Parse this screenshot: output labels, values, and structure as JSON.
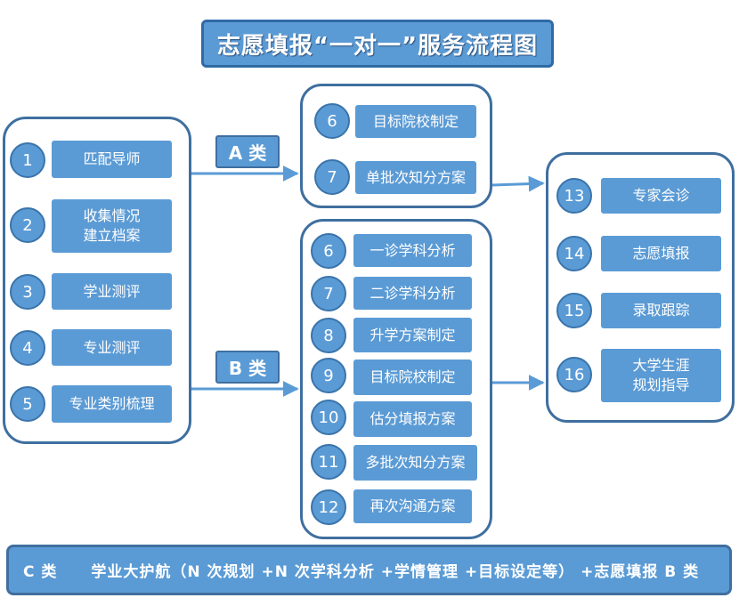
{
  "title": "志愿填报“一对一”服务流程图",
  "colors": {
    "box_fill": "#5b9bd5",
    "border": "#3f6f9f",
    "arrow": "#5b9bd5"
  },
  "left_group": [
    {
      "num": "1",
      "label": "匹配导师"
    },
    {
      "num": "2",
      "label": "收集情况\n建立档案"
    },
    {
      "num": "3",
      "label": "学业测评"
    },
    {
      "num": "4",
      "label": "专业测评"
    },
    {
      "num": "5",
      "label": "专业类别梳理"
    }
  ],
  "tag_a": "A 类",
  "tag_b": "B 类",
  "a_group": [
    {
      "num": "6",
      "label": "目标院校制定"
    },
    {
      "num": "7",
      "label": "单批次知分方案"
    }
  ],
  "b_group": [
    {
      "num": "6",
      "label": "一诊学科分析"
    },
    {
      "num": "7",
      "label": "二诊学科分析"
    },
    {
      "num": "8",
      "label": "升学方案制定"
    },
    {
      "num": "9",
      "label": "目标院校制定"
    },
    {
      "num": "10",
      "label": "估分填报方案"
    },
    {
      "num": "11",
      "label": "多批次知分方案"
    },
    {
      "num": "12",
      "label": "再次沟通方案"
    }
  ],
  "right_group": [
    {
      "num": "13",
      "label": "专家会诊"
    },
    {
      "num": "14",
      "label": "志愿填报"
    },
    {
      "num": "15",
      "label": "录取跟踪"
    },
    {
      "num": "16",
      "label": "大学生涯\n规划指导"
    }
  ],
  "bottom_bar": {
    "label": "C 类",
    "text": "学业大护航（N 次规划 +N 次学科分析 +学情管理 +目标设定等） +志愿填报 B 类"
  }
}
